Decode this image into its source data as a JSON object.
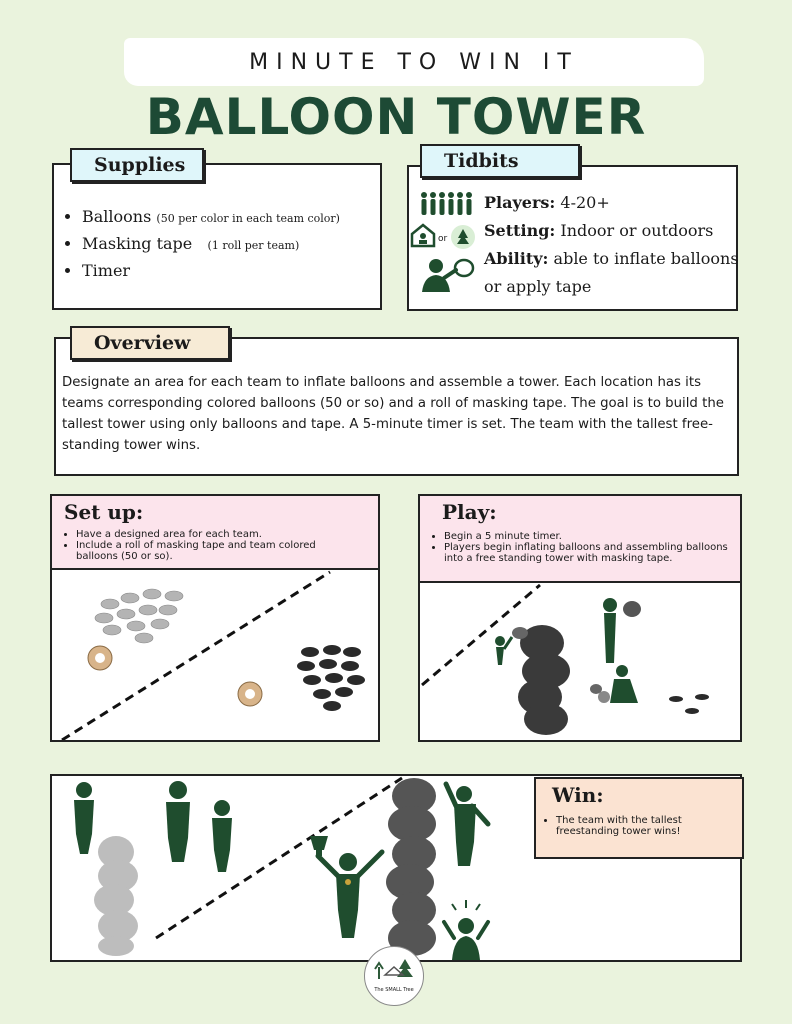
{
  "header": {
    "subtitle": "MINUTE TO WIN IT",
    "title": "BALLOON TOWER"
  },
  "supplies": {
    "heading": "Supplies",
    "items": [
      {
        "label": "Balloons",
        "note": "(50 per color in each team color)"
      },
      {
        "label": "Masking tape",
        "note": "(1 roll per team)"
      },
      {
        "label": "Timer",
        "note": ""
      }
    ]
  },
  "tidbits": {
    "heading": "Tidbits",
    "players_label": "Players:",
    "players_value": "4-20+",
    "setting_label": "Setting:",
    "setting_value": "Indoor or outdoors",
    "ability_label": "Ability:",
    "ability_value": "able to inflate balloons",
    "ability_value2": "or apply tape",
    "or_text": "or",
    "icons": [
      "people-group-icon",
      "indoor-icon",
      "outdoor-icon",
      "person-inflating-icon"
    ]
  },
  "overview": {
    "heading": "Overview",
    "text": "Designate an area for each team to inflate balloons and assemble a tower. Each location has its teams corresponding colored balloons (50 or so) and a roll of masking tape. The goal is to build the tallest tower using only balloons and tape. A 5-minute timer is set. The team with the tallest free-standing tower wins."
  },
  "setup": {
    "heading": "Set up:",
    "items": [
      "Have a designed area for each team.",
      "Include a roll of masking tape and team colored balloons (50 or so)."
    ]
  },
  "play": {
    "heading": "Play:",
    "items": [
      "Begin a 5 minute timer.",
      "Players begin inflating balloons and assembling balloons into a free standing tower with masking tape."
    ]
  },
  "win": {
    "heading": "Win:",
    "items": [
      "The team with the tallest freestanding tower wins!"
    ]
  },
  "footer": {
    "logo_text": "The SMALL Tree"
  },
  "colors": {
    "background": "#eaf3dd",
    "title_green": "#1d4a35",
    "figure_green": "#1f4d2e",
    "tab_blue": "#dff6fa",
    "tab_tan": "#f7ebd6",
    "section_pink": "#fce4ec",
    "win_peach": "#fbe3d2"
  }
}
